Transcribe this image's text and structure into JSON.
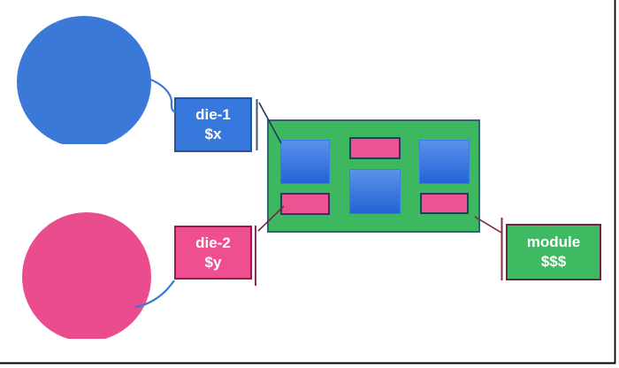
{
  "diagram": {
    "description": "chiplet cost diagram: two dies combine into a module",
    "die1": {
      "name": "die-1",
      "cost": "$x"
    },
    "die2": {
      "name": "die-2",
      "cost": "$y"
    },
    "module": {
      "name": "module",
      "cost": "$$$"
    }
  },
  "colors": {
    "blue_circle": "#3b79d9",
    "pink_circle": "#ea4d8d",
    "die1_box_fill": "#3778dd",
    "die1_box_border": "#24549d",
    "die2_box_fill": "#ed4f8f",
    "die2_box_border": "#a11551",
    "module_box_fill": "#3eba63",
    "module_box_border": "#6e2444",
    "module_chip_fill": "#3db861",
    "module_chip_border": "#38607a",
    "chip_die_gradient_top": "#5b92ea",
    "chip_die_gradient_bottom": "#2264d5",
    "chip_pink_fill": "#ed5293",
    "chip_pink_border": "#2a3b5e",
    "connector_blue": "#3b79d9",
    "connector_navy": "#1f3864",
    "connector_maroon": "#7b2442",
    "tick_slate": "#44546a",
    "tick_maroon": "#8a2a50",
    "canvas_edge": "#000000",
    "label_text": "#ffffff"
  }
}
